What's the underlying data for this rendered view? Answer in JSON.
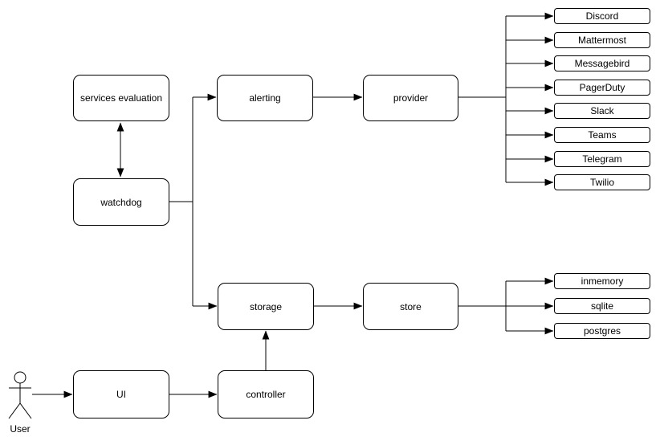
{
  "diagram": {
    "title": "service monitoring architecture diagram",
    "colors": {
      "stroke": "#000000",
      "node_fill": "#ffffff",
      "background": "#ffffff",
      "text": "#000000"
    },
    "nodes": {
      "services_evaluation": {
        "label": "services evaluation"
      },
      "watchdog": {
        "label": "watchdog"
      },
      "alerting": {
        "label": "alerting"
      },
      "provider": {
        "label": "provider"
      },
      "storage": {
        "label": "storage"
      },
      "store": {
        "label": "store"
      },
      "ui": {
        "label": "UI"
      },
      "controller": {
        "label": "controller"
      }
    },
    "actor": {
      "label": "User"
    },
    "providers": [
      "Discord",
      "Mattermost",
      "Messagebird",
      "PagerDuty",
      "Slack",
      "Teams",
      "Telegram",
      "Twilio"
    ],
    "stores": [
      "inmemory",
      "sqlite",
      "postgres"
    ],
    "edges": [
      {
        "from": "services evaluation",
        "to": "watchdog",
        "type": "bidirectional"
      },
      {
        "from": "watchdog",
        "to": "alerting",
        "type": "arrow"
      },
      {
        "from": "watchdog",
        "to": "storage",
        "type": "arrow"
      },
      {
        "from": "alerting",
        "to": "provider",
        "type": "arrow"
      },
      {
        "from": "provider",
        "to": "Discord",
        "type": "arrow"
      },
      {
        "from": "provider",
        "to": "Mattermost",
        "type": "arrow"
      },
      {
        "from": "provider",
        "to": "Messagebird",
        "type": "arrow"
      },
      {
        "from": "provider",
        "to": "PagerDuty",
        "type": "arrow"
      },
      {
        "from": "provider",
        "to": "Slack",
        "type": "arrow"
      },
      {
        "from": "provider",
        "to": "Teams",
        "type": "arrow"
      },
      {
        "from": "provider",
        "to": "Telegram",
        "type": "arrow"
      },
      {
        "from": "provider",
        "to": "Twilio",
        "type": "arrow"
      },
      {
        "from": "store",
        "to": "inmemory",
        "type": "arrow"
      },
      {
        "from": "store",
        "to": "sqlite",
        "type": "arrow"
      },
      {
        "from": "store",
        "to": "postgres",
        "type": "arrow"
      },
      {
        "from": "storage",
        "to": "store",
        "type": "arrow"
      },
      {
        "from": "User",
        "to": "UI",
        "type": "arrow"
      },
      {
        "from": "UI",
        "to": "controller",
        "type": "arrow"
      },
      {
        "from": "controller",
        "to": "storage",
        "type": "arrow"
      }
    ]
  }
}
